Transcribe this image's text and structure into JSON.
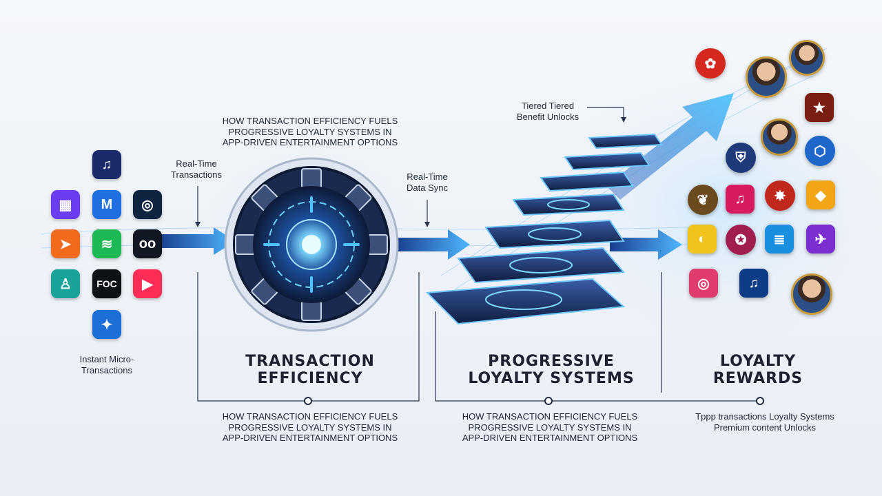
{
  "labels": {
    "top_heading": "HOW TRANSACTION EFFICIENCY FUELS\nPROGRESSIVE LOYALTY SYSTEMS IN\nAPP-DRIVEN ENTERTAINMENT OPTIONS",
    "realtime_transactions": "Real-Time\nTransactions",
    "realtime_sync": "Real-Time\nData Sync",
    "tiered_unlocks": "Tiered Tiered\nBenefit Unlocks",
    "instant_micro": "Instant Micro-\nTransactions",
    "transaction_efficiency": "TRANSACTION\nEFFICIENCY",
    "progressive_loyalty": "PROGRESSIVE\nLOYALTY SYSTEMS",
    "loyalty_rewards": "LOYALTY\nREWARDS",
    "caption_left": "HOW TRANSACTION EFFICIENCY FUELS\nPROGRESSIVE LOYALTY SYSTEMS IN\nAPP-DRIVEN ENTERTAINMENT OPTIONS",
    "caption_middle": "HOW TRANSACTION EFFICIENCY FUELS\nPROGRESSIVE LOYALTY SYSTEMS IN\nAPP-DRIVEN ENTERTAINMENT OPTIONS",
    "caption_right": "Tppp transactions Loyalty Systems\nPremium content Unlocks"
  },
  "app_icons": [
    {
      "name": "music-app-icon",
      "glyph": "♫",
      "color": "#1b2a6b"
    },
    {
      "name": "grid-app-icon",
      "glyph": "▦",
      "color": "#6a3df0"
    },
    {
      "name": "m-app-icon",
      "glyph": "M",
      "color": "#1f6fe0"
    },
    {
      "name": "camera-app-icon",
      "glyph": "◎",
      "color": "#0f2440"
    },
    {
      "name": "send-app-icon",
      "glyph": "➤",
      "color": "#f26a1b"
    },
    {
      "name": "spotify-icon",
      "glyph": "≋",
      "color": "#1db954"
    },
    {
      "name": "loop-app-icon",
      "glyph": "oo",
      "color": "#111722"
    },
    {
      "name": "meditation-app-icon",
      "glyph": "♙",
      "color": "#1aa39a"
    },
    {
      "name": "foc-app-icon",
      "glyph": "FOC",
      "color": "#0e1116"
    },
    {
      "name": "youtube-icon",
      "glyph": "▶",
      "color": "#ff2d55"
    },
    {
      "name": "star-badge-app-icon",
      "glyph": "✦",
      "color": "#1d6fd8"
    }
  ],
  "reward_icons": [
    {
      "name": "red-flower-badge-icon",
      "glyph": "✿",
      "color": "#d6281f",
      "shape": "badge"
    },
    {
      "name": "star-note-icon",
      "glyph": "★",
      "color": "#7a1e12",
      "shape": "sq"
    },
    {
      "name": "shield-badge-icon",
      "glyph": "⛨",
      "color": "#1e3a7a",
      "shape": "badge"
    },
    {
      "name": "hex-badge-icon",
      "glyph": "⬡",
      "color": "#1f66c9",
      "shape": "badge"
    },
    {
      "name": "leaf-badge-icon",
      "glyph": "❦",
      "color": "#6b4a1f",
      "shape": "badge"
    },
    {
      "name": "note-badge-icon",
      "glyph": "♫",
      "color": "#d81b60",
      "shape": "sq"
    },
    {
      "name": "bolt-badge-icon",
      "glyph": "✸",
      "color": "#c0281e",
      "shape": "badge"
    },
    {
      "name": "cube-badge-icon",
      "glyph": "◆",
      "color": "#f2a516",
      "shape": "sq"
    },
    {
      "name": "headphone-badge-icon",
      "glyph": "◐",
      "color": "#f2c41b",
      "shape": "sq"
    },
    {
      "name": "medal-badge-icon",
      "glyph": "✪",
      "color": "#a11d4f",
      "shape": "badge"
    },
    {
      "name": "stack-badge-icon",
      "glyph": "≣",
      "color": "#1a8fe0",
      "shape": "sq"
    },
    {
      "name": "lightning-badge-icon",
      "glyph": "✈",
      "color": "#7b2fd1",
      "shape": "sq"
    },
    {
      "name": "instagram-icon",
      "glyph": "◎",
      "color": "#e03c6d",
      "shape": "sq"
    },
    {
      "name": "music-note-badge-icon",
      "glyph": "♫",
      "color": "#0d3b86",
      "shape": "sq"
    }
  ]
}
